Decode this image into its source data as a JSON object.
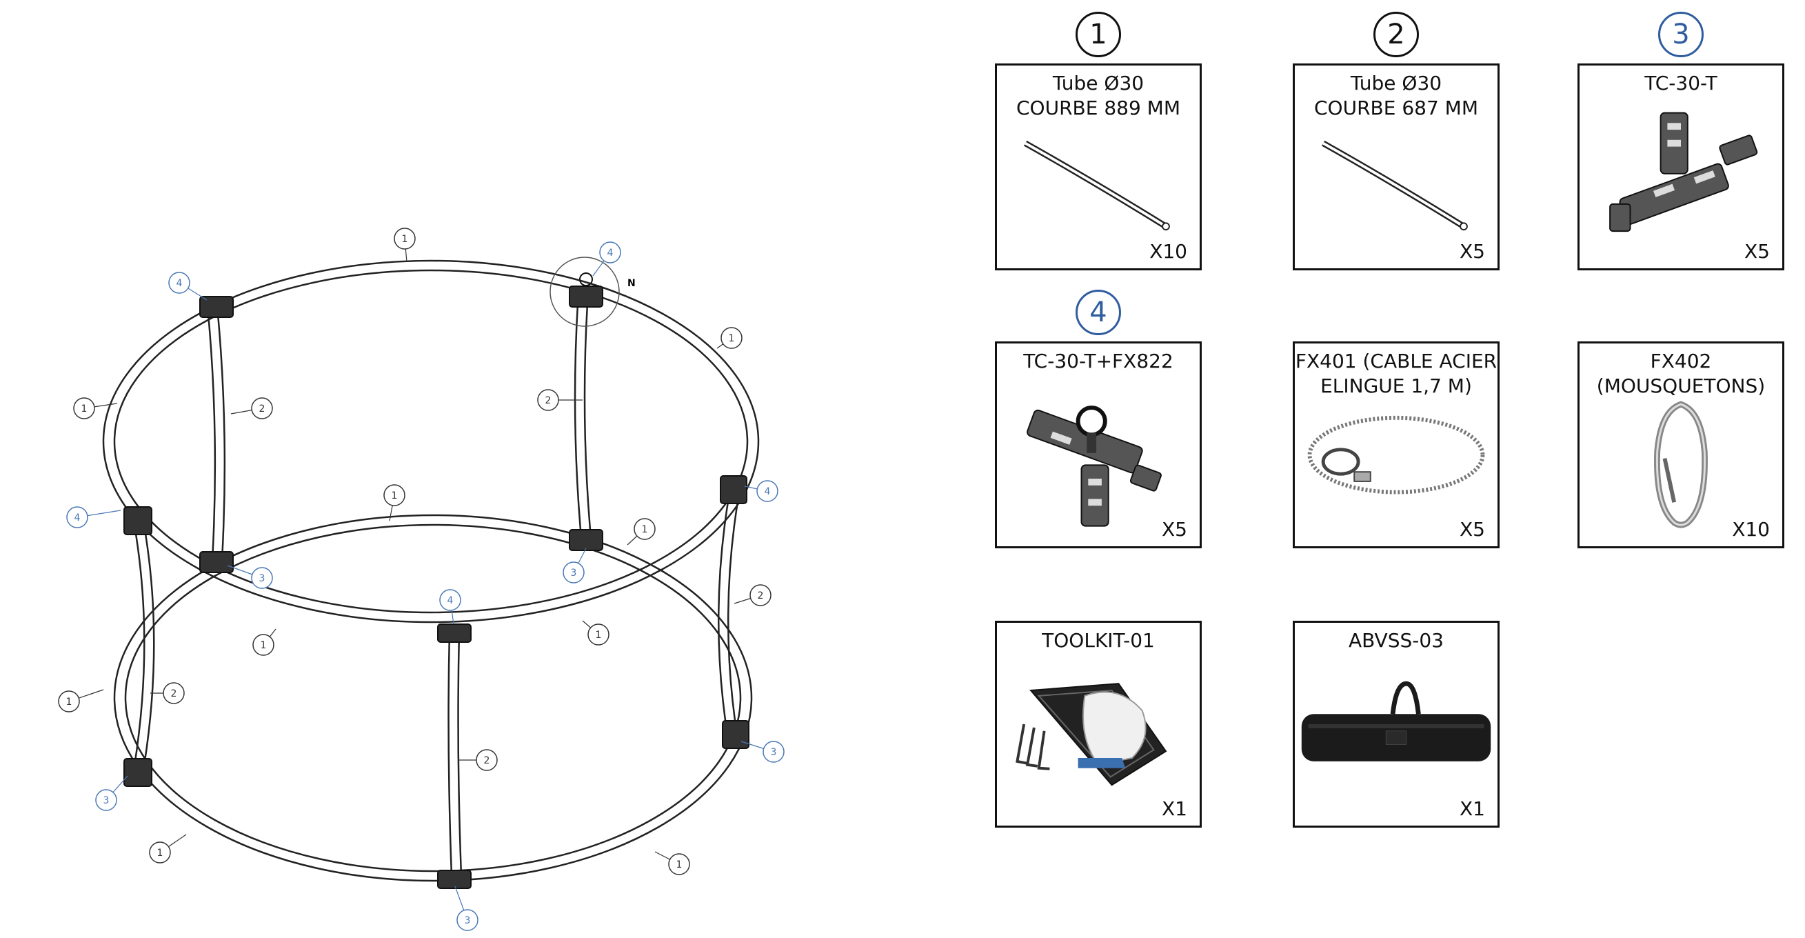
{
  "assembly": {
    "north_label": "N",
    "callouts": [
      {
        "n": "1",
        "color": "#333333"
      },
      {
        "n": "1",
        "color": "#333333"
      },
      {
        "n": "1",
        "color": "#333333"
      },
      {
        "n": "1",
        "color": "#333333"
      },
      {
        "n": "1",
        "color": "#333333"
      },
      {
        "n": "1",
        "color": "#333333"
      },
      {
        "n": "1",
        "color": "#333333"
      },
      {
        "n": "1",
        "color": "#333333"
      },
      {
        "n": "1",
        "color": "#333333"
      },
      {
        "n": "1",
        "color": "#333333"
      },
      {
        "n": "2",
        "color": "#333333"
      },
      {
        "n": "2",
        "color": "#333333"
      },
      {
        "n": "2",
        "color": "#333333"
      },
      {
        "n": "2",
        "color": "#333333"
      },
      {
        "n": "2",
        "color": "#333333"
      },
      {
        "n": "3",
        "color": "#4a78b5"
      },
      {
        "n": "3",
        "color": "#4a78b5"
      },
      {
        "n": "3",
        "color": "#4a78b5"
      },
      {
        "n": "3",
        "color": "#4a78b5"
      },
      {
        "n": "3",
        "color": "#4a78b5"
      },
      {
        "n": "4",
        "color": "#4a78b5"
      },
      {
        "n": "4",
        "color": "#4a78b5"
      },
      {
        "n": "4",
        "color": "#4a78b5"
      },
      {
        "n": "4",
        "color": "#4a78b5"
      },
      {
        "n": "4",
        "color": "#4a78b5"
      }
    ]
  },
  "parts": [
    {
      "badge": "1",
      "badge_color": "#111111",
      "title": "Tube Ø30\nCOURBE 889 MM",
      "qty": "X10",
      "icon": "curved-tube-icon"
    },
    {
      "badge": "2",
      "badge_color": "#111111",
      "title": "Tube Ø30\nCOURBE 687 MM",
      "qty": "X5",
      "icon": "curved-tube-icon"
    },
    {
      "badge": "3",
      "badge_color": "#2f5d9f",
      "title": "TC-30-T",
      "qty": "X5",
      "icon": "t-connector-icon"
    },
    {
      "badge": "4",
      "badge_color": "#2f5d9f",
      "title": "TC-30-T+FX822",
      "qty": "X5",
      "icon": "t-connector-eyebolt-icon"
    },
    {
      "badge": "",
      "title": "FX401 (CABLE ACIER\nELINGUE 1,7 M)",
      "qty": "X5",
      "icon": "steel-cable-sling-icon"
    },
    {
      "badge": "",
      "title": "FX402\n(MOUSQUETONS)",
      "qty": "X10",
      "icon": "carabiner-icon"
    },
    {
      "badge": "",
      "title": "TOOLKIT-01",
      "qty": "X1",
      "icon": "toolkit-icon"
    },
    {
      "badge": "",
      "title": "ABVSS-03",
      "qty": "X1",
      "icon": "carry-bag-icon"
    }
  ]
}
